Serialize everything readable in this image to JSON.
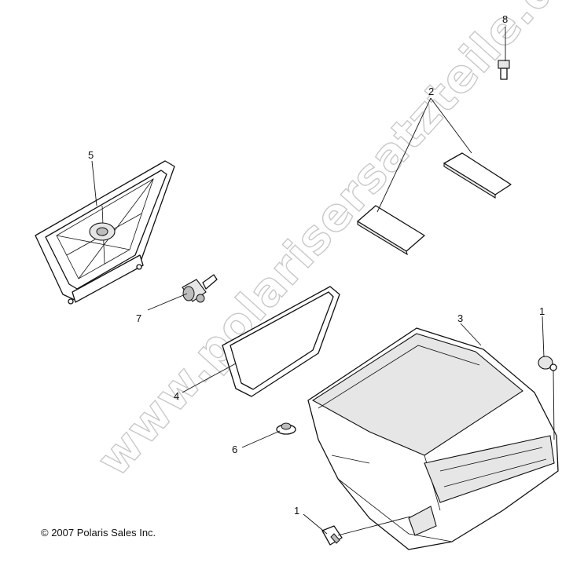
{
  "watermark": "www.polarisersatzteile.de",
  "copyright": "© 2007 Polaris Sales Inc.",
  "callouts": {
    "c1a": "1",
    "c1b": "1",
    "c2": "2",
    "c3": "3",
    "c4": "4",
    "c5": "5",
    "c6": "6",
    "c7": "7",
    "c8": "8"
  }
}
